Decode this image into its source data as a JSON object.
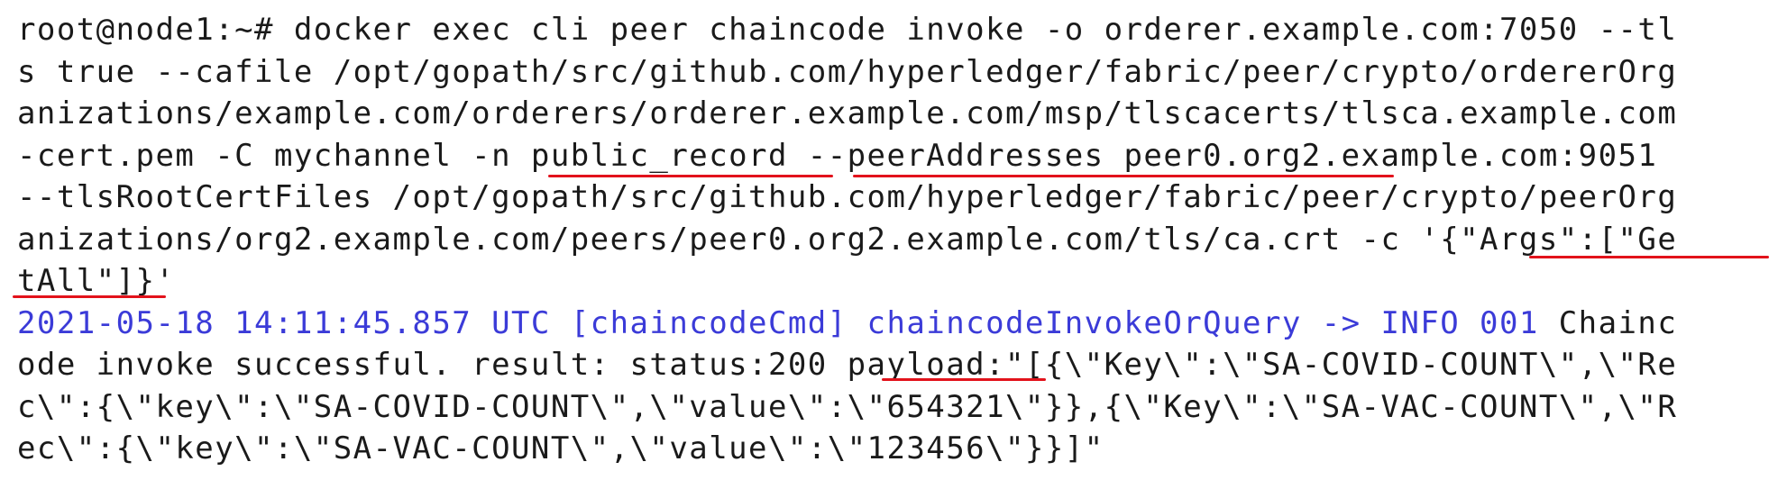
{
  "terminal": {
    "command_lines": [
      "root@node1:~# docker exec cli peer chaincode invoke -o orderer.example.com:7050 --tl",
      "s true --cafile /opt/gopath/src/github.com/hyperledger/fabric/peer/crypto/ordererOrg",
      "anizations/example.com/orderers/orderer.example.com/msp/tlscacerts/tlsca.example.com",
      "-cert.pem -C mychannel -n public_record --peerAddresses peer0.org2.example.com:9051",
      "--tlsRootCertFiles /opt/gopath/src/github.com/hyperledger/fabric/peer/crypto/peerOrg",
      "anizations/org2.example.com/peers/peer0.org2.example.com/tls/ca.crt -c '{\"Args\":[\"Ge",
      "tAll\"]}'"
    ],
    "output": {
      "log_prefix": "2021-05-18 14:11:45.857 UTC [chaincodeCmd] chaincodeInvokeOrQuery -> INFO 001",
      "first_line_rest": " Chainc",
      "lines": [
        "ode invoke successful. result: status:200 payload:\"[{\\\"Key\\\":\\\"SA-COVID-COUNT\\\",\\\"Re",
        "c\\\":{\\\"key\\\":\\\"SA-COVID-COUNT\\\",\\\"value\\\":\\\"654321\\\"}},{\\\"Key\\\":\\\"SA-VAC-COUNT\\\",\\\"R",
        "ec\\\":{\\\"key\\\":\\\"SA-VAC-COUNT\\\",\\\"value\\\":\\\"123456\\\"}}]\""
      ]
    },
    "colors": {
      "text": "#1a1a1a",
      "log": "#3b3bd8",
      "annotation": "#e2121b",
      "background": "#ffffff"
    }
  }
}
